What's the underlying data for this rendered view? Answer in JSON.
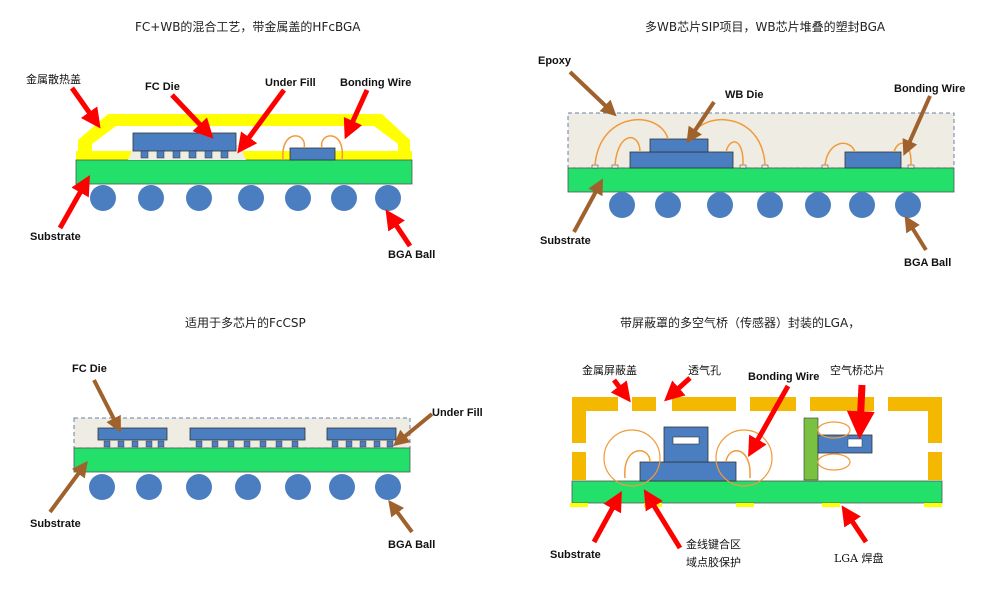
{
  "titles": {
    "tl": "FC+WB的混合工艺，带金属盖的HFcBGA",
    "tr": "多WB芯片SIP项目，WB芯片堆叠的塑封BGA",
    "bl": "适用于多芯片的FcCSP",
    "br": "带屏蔽罩的多空气桥（传感器）封装的LGA，"
  },
  "labels": {
    "tl": {
      "metal_lid": "金属散热盖",
      "fc_die": "FC Die",
      "under_fill": "Under Fill",
      "bonding_wire": "Bonding Wire",
      "substrate": "Substrate",
      "bga_ball": "BGA Ball"
    },
    "tr": {
      "epoxy": "Epoxy",
      "wb_die": "WB Die",
      "bonding_wire": "Bonding Wire",
      "substrate": "Substrate",
      "bga_ball": "BGA Ball"
    },
    "bl": {
      "fc_die": "FC Die",
      "under_fill": "Under Fill",
      "substrate": "Substrate",
      "bga_ball": "BGA Ball"
    },
    "br": {
      "shield_lid": "金属屏蔽盖",
      "vent_hole": "透气孔",
      "bonding_wire": "Bonding Wire",
      "air_bridge_chip": "空气桥芯片",
      "substrate": "Substrate",
      "wire_bond_area_1": "金线键合区",
      "wire_bond_area_2": "域点胶保护",
      "lga_pad": "LGA 焊盘"
    }
  },
  "colors": {
    "substrate": "#22e06a",
    "ball": "#4a7ec0",
    "die": "#4a7ec0",
    "lid_yellow": "#ffff00",
    "shield_orange": "#f5b800",
    "arrow_red": "#ff0000",
    "arrow_brown": "#a0622d",
    "mold": "#efede3",
    "wire": "#f29a3a"
  }
}
